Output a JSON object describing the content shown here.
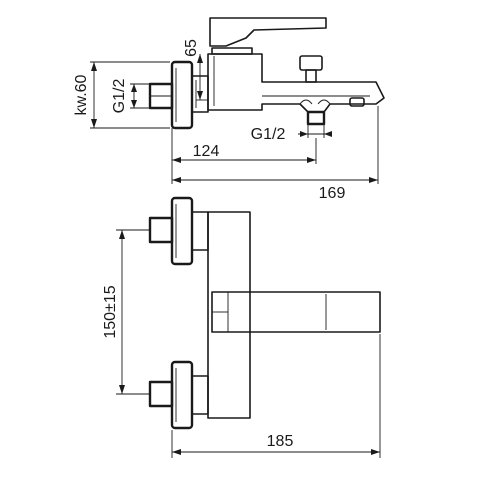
{
  "diagram": {
    "top_view": {
      "dim_hex": "kw.60",
      "dim_thread_inlet": "G1/2",
      "dim_height": "65",
      "dim_thread_outlet": "G1/2",
      "dim_spout_reach": "124",
      "dim_total_length": "169"
    },
    "front_view": {
      "dim_centers": "150±15",
      "dim_width": "185"
    }
  }
}
